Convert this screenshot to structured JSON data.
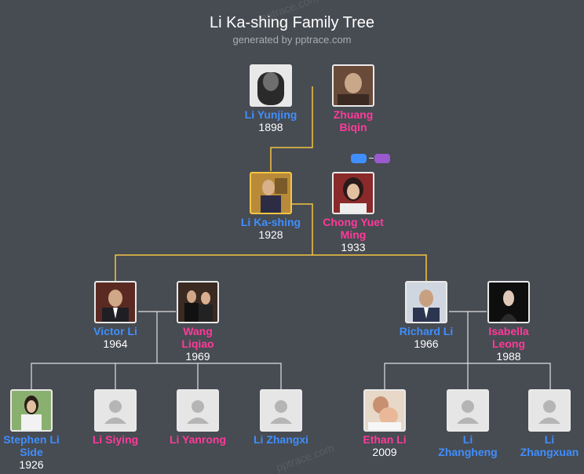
{
  "header": {
    "title": "Li Ka-shing Family Tree",
    "subtitle": "generated by pptrace.com"
  },
  "watermark": "pptrace.com",
  "colors": {
    "background": "#474b52",
    "male": "#3f8fff",
    "female": "#ff3a9a",
    "lineage_line": "#f4c542",
    "branch_line": "#e0e0e0",
    "toggle_blue": "#3f8fff",
    "toggle_purple": "#9b59d0"
  },
  "people": {
    "li_yunjing": {
      "name": "Li Yunjing",
      "year": "1898",
      "gender": "male",
      "photo": "portrait-photo"
    },
    "zhuang_biqin": {
      "name": "Zhuang Biqin",
      "year": "",
      "gender": "female",
      "photo": "portrait-photo"
    },
    "li_kashing": {
      "name": "Li Ka-shing",
      "year": "1928",
      "gender": "male",
      "photo": "portrait-photo"
    },
    "chong_yuet_ming": {
      "name": "Chong Yuet Ming",
      "year": "1933",
      "gender": "female",
      "photo": "portrait-photo"
    },
    "victor_li": {
      "name": "Victor Li",
      "year": "1964",
      "gender": "male",
      "photo": "portrait-photo"
    },
    "wang_liqiao": {
      "name": "Wang Liqiao",
      "year": "1969",
      "gender": "female",
      "photo": "portrait-photo"
    },
    "richard_li": {
      "name": "Richard Li",
      "year": "1966",
      "gender": "male",
      "photo": "portrait-photo"
    },
    "isabella_leong": {
      "name": "Isabella Leong",
      "year": "1988",
      "gender": "female",
      "photo": "portrait-photo"
    },
    "stephen_li_side": {
      "name": "Stephen Li Side",
      "year": "1926",
      "gender": "male",
      "photo": "portrait-photo"
    },
    "li_siying": {
      "name": "Li Siying",
      "year": "",
      "gender": "female",
      "photo": "placeholder-avatar-icon"
    },
    "li_yanrong": {
      "name": "Li Yanrong",
      "year": "",
      "gender": "female",
      "photo": "placeholder-avatar-icon"
    },
    "li_zhangxi": {
      "name": "Li Zhangxi",
      "year": "",
      "gender": "male",
      "photo": "placeholder-avatar-icon"
    },
    "ethan_li": {
      "name": "Ethan Li",
      "year": "2009",
      "gender": "female",
      "photo": "portrait-photo"
    },
    "li_zhangheng": {
      "name": "Li Zhangheng",
      "year": "",
      "gender": "male",
      "photo": "placeholder-avatar-icon"
    },
    "li_zhangxuan": {
      "name": "Li Zhangxuan",
      "year": "",
      "gender": "male",
      "photo": "placeholder-avatar-icon"
    }
  }
}
